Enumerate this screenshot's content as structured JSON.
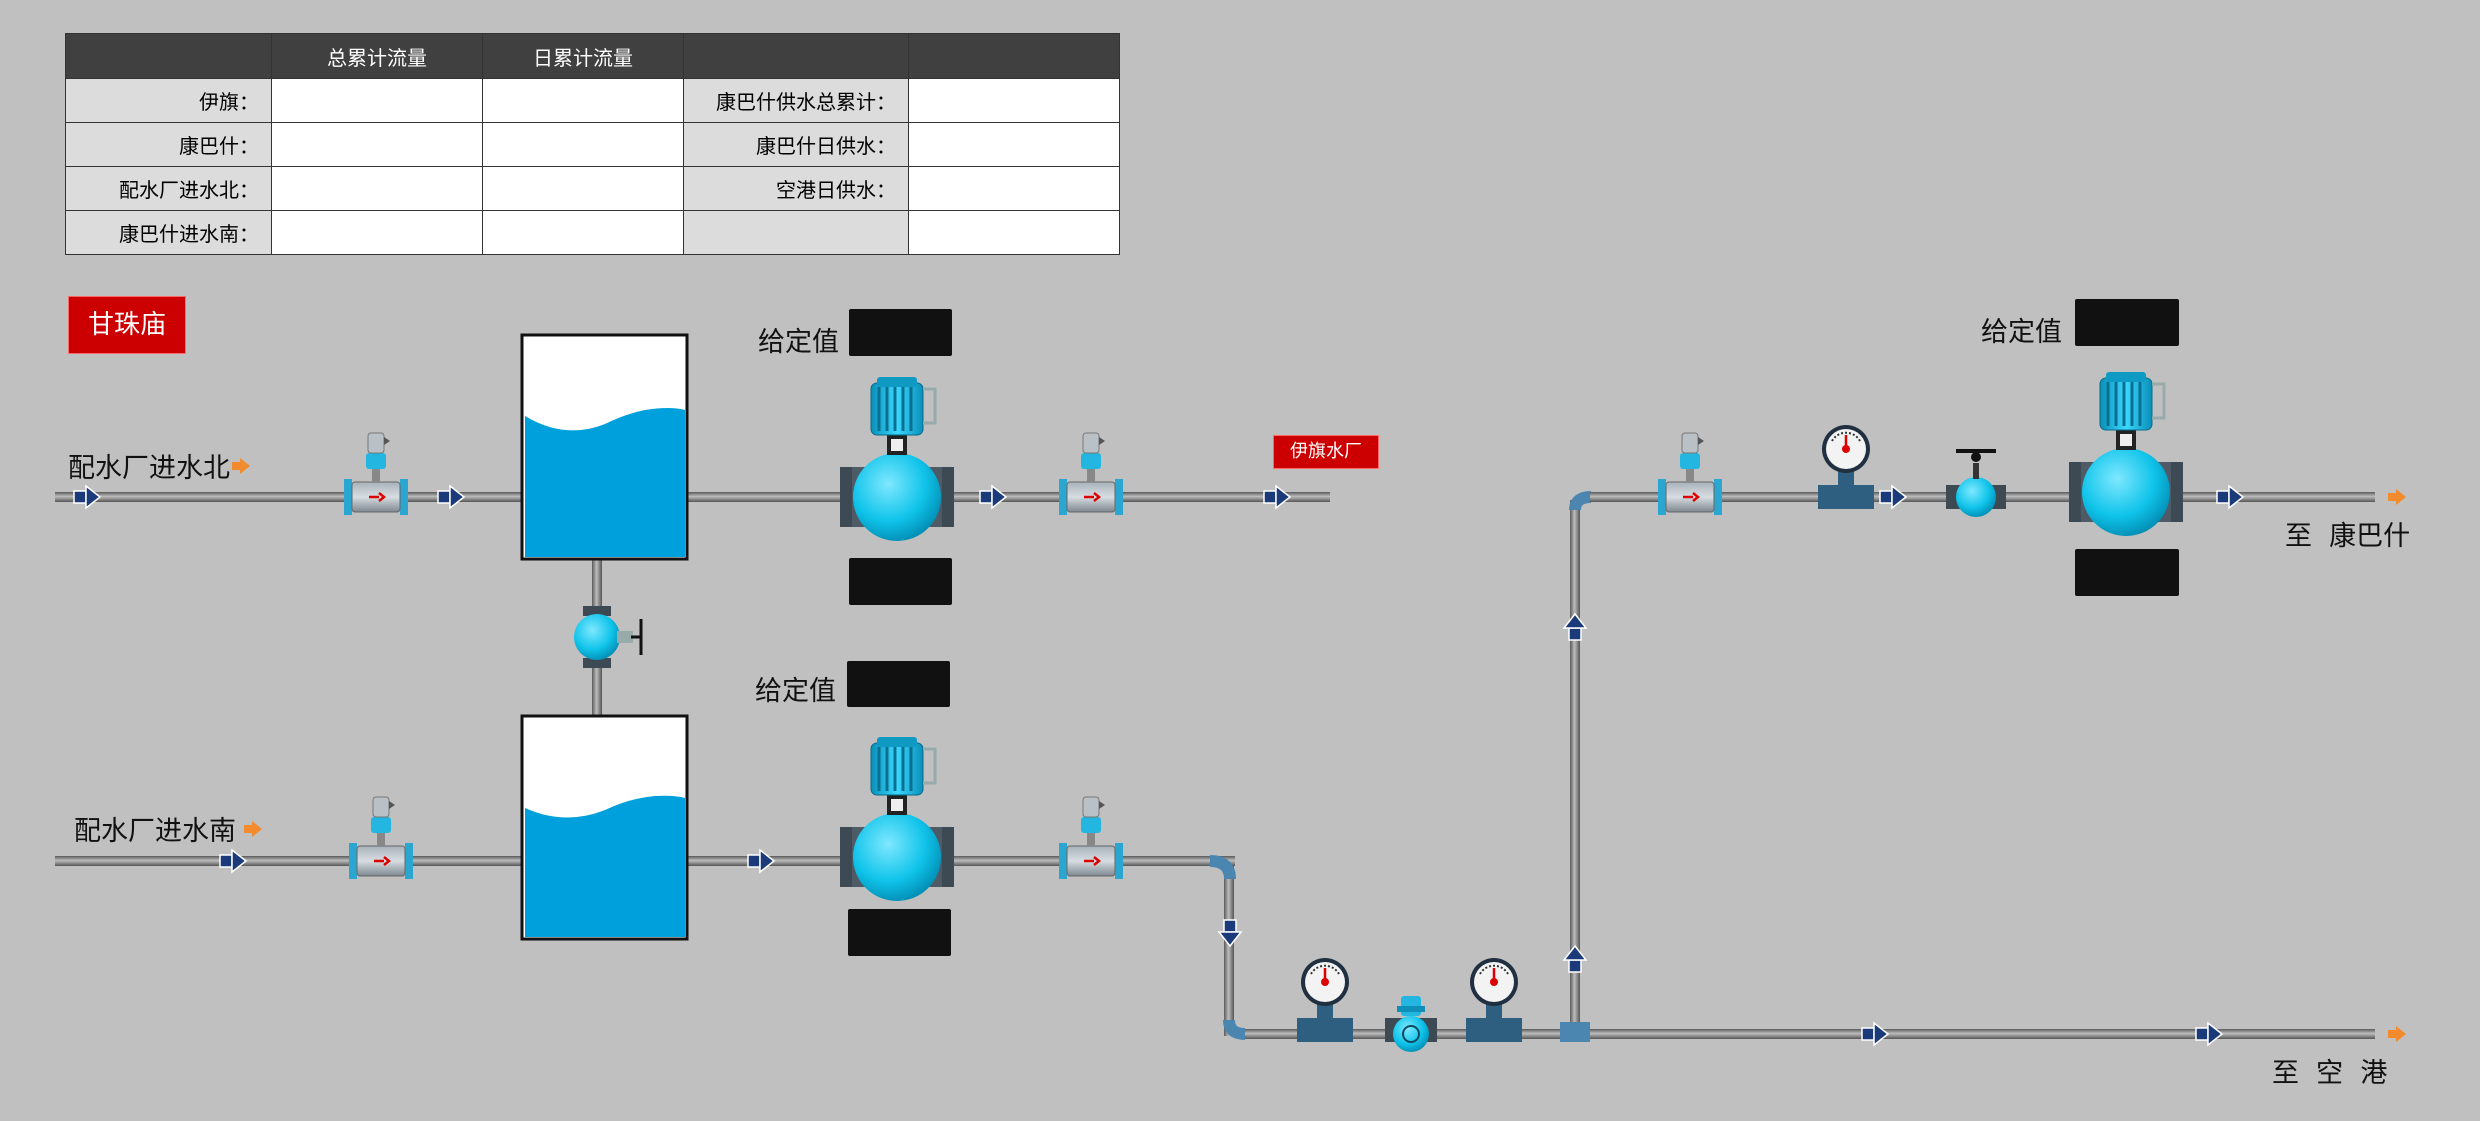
{
  "table": {
    "headers": [
      "",
      "总累计流量",
      "日累计流量",
      "",
      ""
    ],
    "rows": [
      {
        "left_label": "伊旗：",
        "right_label": "康巴什供水总累计："
      },
      {
        "left_label": "康巴什：",
        "right_label": "康巴什日供水："
      },
      {
        "left_label": "配水厂进水北：",
        "right_label": "空港日供水："
      },
      {
        "left_label": "康巴什进水南：",
        "right_label": ""
      }
    ]
  },
  "station_title": "甘珠庙",
  "inlet_north": "配水厂进水北",
  "inlet_south": "配水厂进水南",
  "yiqi_plant_tag": "伊旗水厂",
  "setpoint_label": "给定值",
  "outlet_kangbashi": "至  康巴什",
  "outlet_airport": "至  空  港",
  "colors": {
    "background": "#c0c0c0",
    "water": "#00a0dc",
    "pipe": "#7d7d7d",
    "alarm_tag": "#cc0000",
    "flow_arrow": "#1a3a7a",
    "direction_arrow": "#f28a2e"
  }
}
